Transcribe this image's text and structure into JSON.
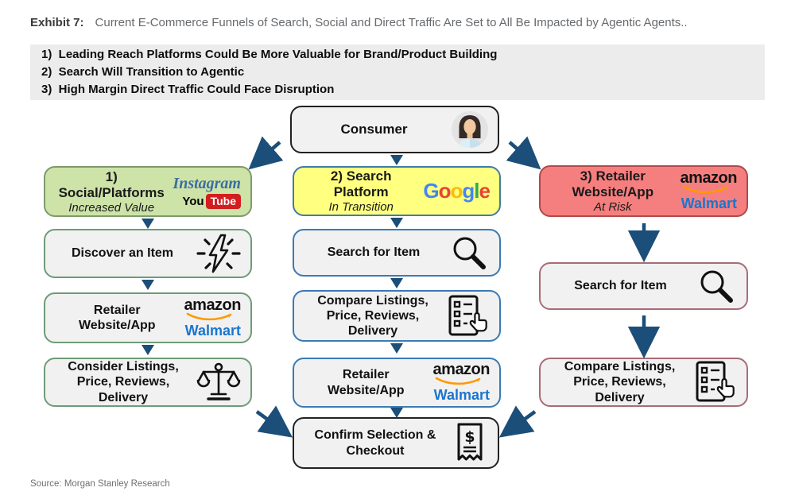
{
  "exhibit": {
    "label": "Exhibit 7:",
    "title": "Current E-Commerce Funnels of Search, Social and Direct Traffic Are Set to All Be Impacted by Agentic Agents.."
  },
  "key_points": [
    "1)  Leading Reach Platforms Could Be More Valuable for Brand/Product Building",
    "2)  Search Will Transition to Agentic",
    "3)  High Margin Direct Traffic Could Face Disruption"
  ],
  "consumer": {
    "label": "Consumer"
  },
  "social_column": {
    "title": "1)  Social/Platforms",
    "subtitle": "Increased Value",
    "steps": {
      "discover": "Discover an Item",
      "retailer": "Retailer Website/App",
      "consider": "Consider Listings, Price, Reviews, Delivery"
    }
  },
  "search_column": {
    "title": "2) Search Platform",
    "subtitle": "In Transition",
    "steps": {
      "search": "Search for Item",
      "compare": "Compare Listings, Price, Reviews, Delivery",
      "retailer": "Retailer Website/App"
    }
  },
  "direct_column": {
    "title": "3) Retailer Website/App",
    "subtitle": "At Risk",
    "steps": {
      "search": "Search for Item",
      "compare": "Compare Listings, Price, Reviews, Delivery"
    }
  },
  "checkout": {
    "label": "Confirm Selection & Checkout"
  },
  "logos": {
    "instagram": "Instagram",
    "youtube_you": "You",
    "youtube_tube": "Tube",
    "google": [
      "G",
      "o",
      "o",
      "g",
      "l",
      "e"
    ],
    "amazon": "amazon",
    "walmart": "Walmart"
  },
  "icons": [
    "consumer-avatar-icon",
    "spark-icon",
    "magnifier-icon",
    "checklist-hand-icon",
    "balance-scale-icon",
    "receipt-icon",
    "arrow-down-icon"
  ],
  "colors": {
    "arrow": "#1b4e79",
    "social_fill": "#cde3a8",
    "social_border": "#7e9a6d",
    "search_fill": "#ffff80",
    "search_border": "#3e7ca6",
    "direct_fill": "#f57f7f",
    "direct_border": "#b04a4a",
    "step_fill": "#f1f1f1",
    "keypoints_bg": "#ececec",
    "youtube_red": "#d11f1f",
    "instagram_blue": "#3d6e9e",
    "amazon_orange": "#ff9900",
    "walmart_blue": "#1a75cf"
  },
  "source": "Source: Morgan Stanley Research"
}
